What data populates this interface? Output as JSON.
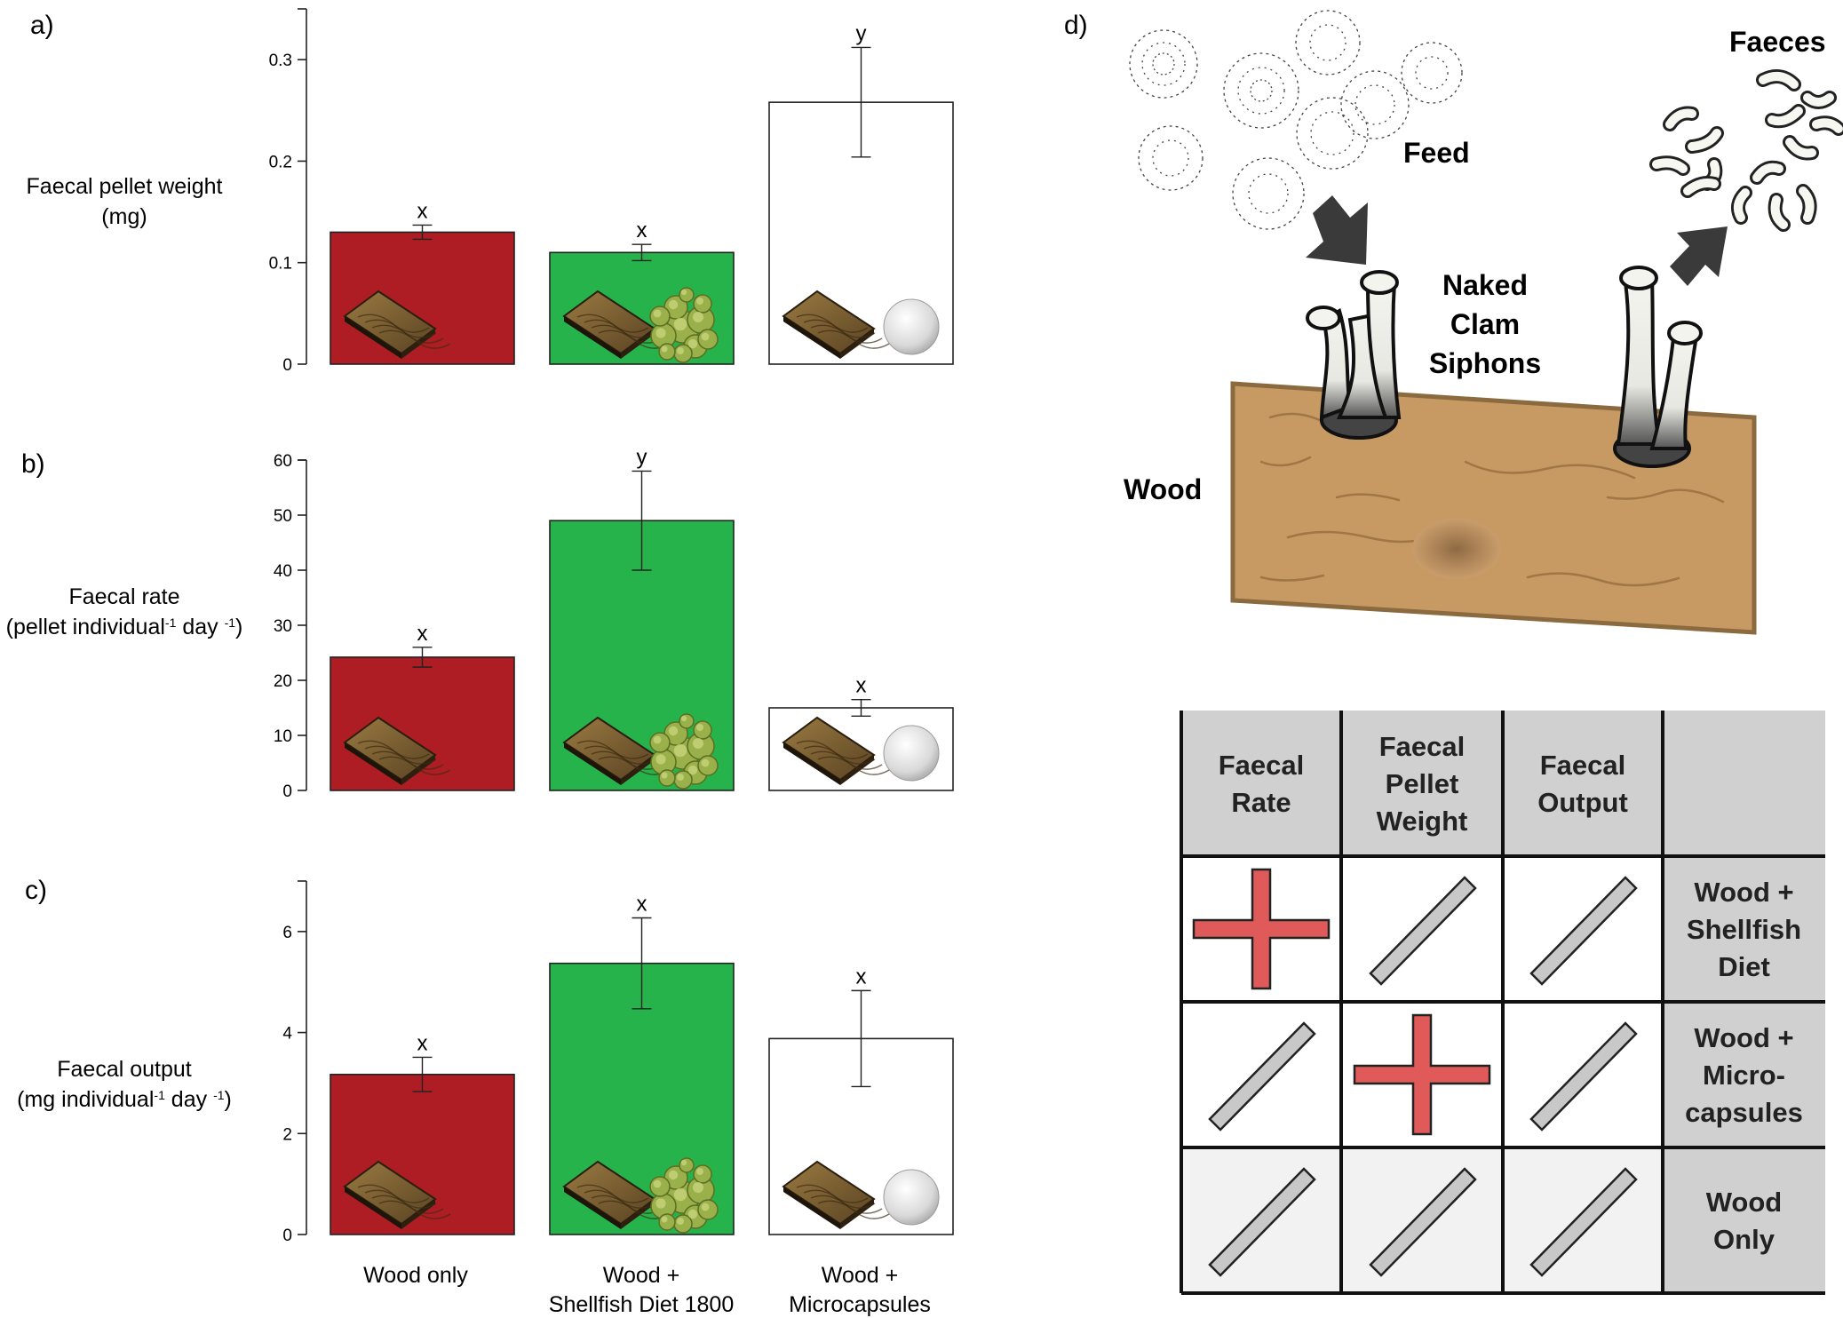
{
  "panels": {
    "a": "a)",
    "b": "b)",
    "c": "c)",
    "d": "d)"
  },
  "categories": [
    "Wood only",
    "Wood +",
    "Shellfish Diet 1800",
    "Wood +",
    "Microcapsules"
  ],
  "colors": {
    "wood_only": "#ad1d23",
    "shellfish": "#27b34b",
    "microcapsules": "#ffffff",
    "plus": "#e05a5a",
    "table_header": "#d0d0d0",
    "cell_light": "#f2f2f2",
    "slash": "#c8c8c8"
  },
  "chart_data": [
    {
      "type": "bar",
      "panel": "a)",
      "ylabel_lines": [
        "Faecal pellet weight",
        "(mg)"
      ],
      "categories": [
        "Wood only",
        "Wood + Shellfish Diet 1800",
        "Wood + Microcapsules"
      ],
      "values": [
        0.13,
        0.11,
        0.258
      ],
      "errors": [
        0.007,
        0.008,
        0.054
      ],
      "letters": [
        "x",
        "x",
        "y"
      ],
      "ylim": [
        0,
        0.35
      ],
      "yticks": [
        0,
        0.1,
        0.2,
        0.3
      ],
      "ytick_labels": [
        "0",
        "0.1",
        "0.2",
        "0.3"
      ]
    },
    {
      "type": "bar",
      "panel": "b)",
      "ylabel_lines": [
        "Faecal rate",
        "(pellet individual",
        "-1",
        " day ",
        "-1",
        ")"
      ],
      "categories": [
        "Wood only",
        "Wood + Shellfish Diet 1800",
        "Wood + Microcapsules"
      ],
      "values": [
        24.2,
        49,
        15
      ],
      "errors": [
        1.8,
        9,
        1.5
      ],
      "letters": [
        "x",
        "y",
        "x"
      ],
      "ylim": [
        0,
        60
      ],
      "yticks": [
        0,
        10,
        20,
        30,
        40,
        50,
        60
      ],
      "ytick_labels": [
        "0",
        "10",
        "20",
        "30",
        "40",
        "50",
        "60"
      ]
    },
    {
      "type": "bar",
      "panel": "c)",
      "ylabel_lines": [
        "Faecal output",
        "(mg individual",
        "-1",
        " day ",
        "-1",
        ")"
      ],
      "categories": [
        "Wood only",
        "Wood + Shellfish Diet 1800",
        "Wood + Microcapsules"
      ],
      "values": [
        3.17,
        5.37,
        3.88
      ],
      "errors": [
        0.34,
        0.9,
        0.95
      ],
      "letters": [
        "x",
        "x",
        "x"
      ],
      "ylim": [
        0,
        7
      ],
      "yticks": [
        0,
        2,
        4,
        6
      ],
      "ytick_labels": [
        "0",
        "2",
        "4",
        "6"
      ]
    }
  ],
  "diagram": {
    "feed": "Feed",
    "faeces": "Faeces",
    "siphons": [
      "Naked",
      "Clam",
      "Siphons"
    ],
    "wood": "Wood"
  },
  "table": {
    "headers": [
      [
        "Faecal",
        "Rate"
      ],
      [
        "Faecal",
        "Pellet",
        "Weight"
      ],
      [
        "Faecal",
        "Output"
      ],
      []
    ],
    "rows": [
      {
        "cells": [
          "plus",
          "slash",
          "slash"
        ],
        "label": [
          "Wood +",
          "Shellfish",
          "Diet"
        ]
      },
      {
        "cells": [
          "slash",
          "plus",
          "slash"
        ],
        "label": [
          "Wood +",
          "Micro-",
          "capsules"
        ]
      },
      {
        "cells": [
          "slash",
          "slash",
          "slash"
        ],
        "label": [
          "Wood",
          "Only"
        ]
      }
    ]
  }
}
